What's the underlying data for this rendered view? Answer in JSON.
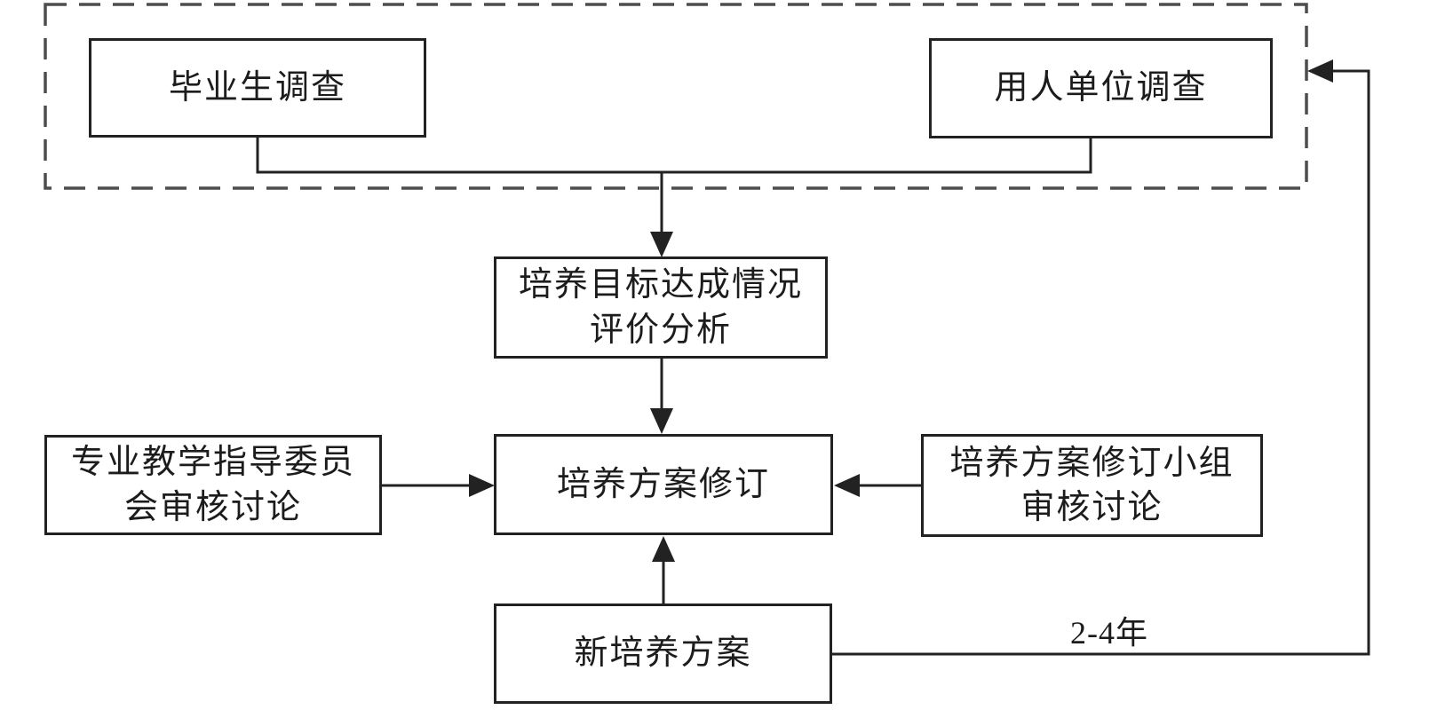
{
  "colors": {
    "stroke": "#222222",
    "dashed": "#4d4d4d",
    "background": "#ffffff",
    "text": "#1c1c1c"
  },
  "nodes": {
    "graduate_survey": {
      "label": "毕业生调查"
    },
    "employer_survey": {
      "label": "用人单位调查"
    },
    "evaluation": {
      "line1": "培养目标达成情况",
      "line2": "评价分析"
    },
    "revision": {
      "label": "培养方案修订"
    },
    "committee": {
      "line1": "专业教学指导委员",
      "line2": "会审核讨论"
    },
    "revision_group": {
      "line1": "培养方案修订小组",
      "line2": "审核讨论"
    },
    "new_program": {
      "label": "新培养方案"
    }
  },
  "annotations": {
    "cycle_duration": "2-4年"
  }
}
